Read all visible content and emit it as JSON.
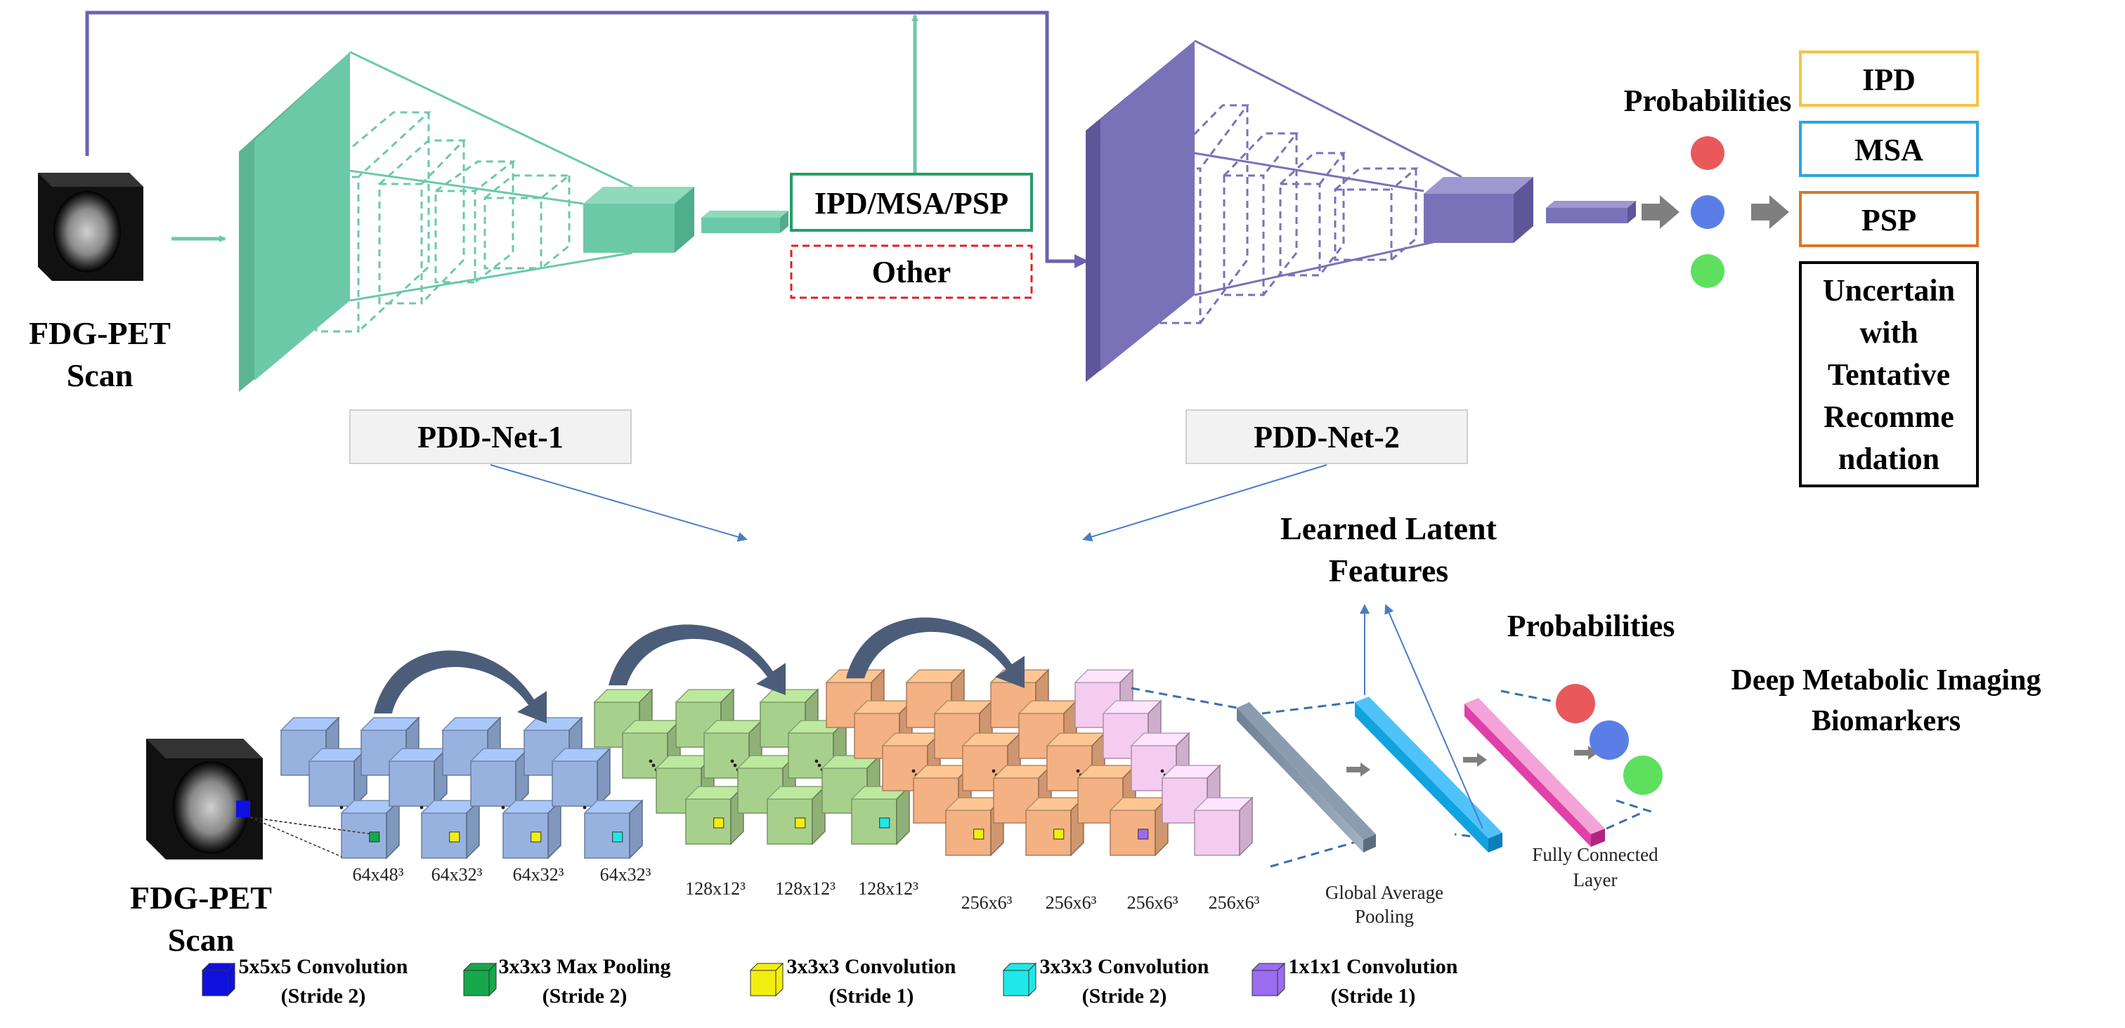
{
  "top": {
    "input_label_line1": "FDG-PET",
    "input_label_line2": "Scan",
    "net1_label": "PDD-Net-1",
    "net2_label": "PDD-Net-2",
    "classes_box": "IPD/MSA/PSP",
    "other_box": "Other",
    "probabilities_label": "Probabilities",
    "outputs": [
      {
        "label": "IPD",
        "color": "#f5c542"
      },
      {
        "label": "MSA",
        "color": "#29a6dd"
      },
      {
        "label": "PSP",
        "color": "#d9782b"
      }
    ],
    "uncertain_lines": [
      "Uncertain",
      "with",
      "Tentative",
      "Recomme",
      "ndation"
    ]
  },
  "bottom": {
    "input_label_line1": "FDG-PET",
    "input_label_line2": "Scan",
    "latent_line1": "Learned Latent",
    "latent_line2": "Features",
    "probabilities_label": "Probabilities",
    "biomarkers_line1": "Deep Metabolic Imaging",
    "biomarkers_line2": "Biomarkers",
    "gap_line1": "Global Average",
    "gap_line2": "Pooling",
    "fc_line1": "Fully Connected",
    "fc_line2": "Layer",
    "sizes": [
      "64x48³",
      "64x32³",
      "64x32³",
      "64x32³",
      "128x12³",
      "128x12³",
      "128x12³",
      "256x6³",
      "256x6³",
      "256x6³",
      "256x6³"
    ]
  },
  "legend": [
    {
      "line1": "5x5x5 Convolution",
      "line2": "(Stride 2)",
      "color": "#1010e0"
    },
    {
      "line1": "3x3x3 Max Pooling",
      "line2": "(Stride 2)",
      "color": "#17a84a"
    },
    {
      "line1": "3x3x3 Convolution",
      "line2": "(Stride 1)",
      "color": "#f2ee10"
    },
    {
      "line1": "3x3x3 Convolution",
      "line2": "(Stride 2)",
      "color": "#20e8e8"
    },
    {
      "line1": "1x1x1 Convolution",
      "line2": "(Stride 1)",
      "color": "#9b6cf0"
    }
  ],
  "colors": {
    "net1": "#6cc9a8",
    "net2": "#7a72b8",
    "blue_block": "#97b2df",
    "green_block": "#a8d08d",
    "orange_block": "#f4b183",
    "pink_block": "#f4ccf0"
  }
}
